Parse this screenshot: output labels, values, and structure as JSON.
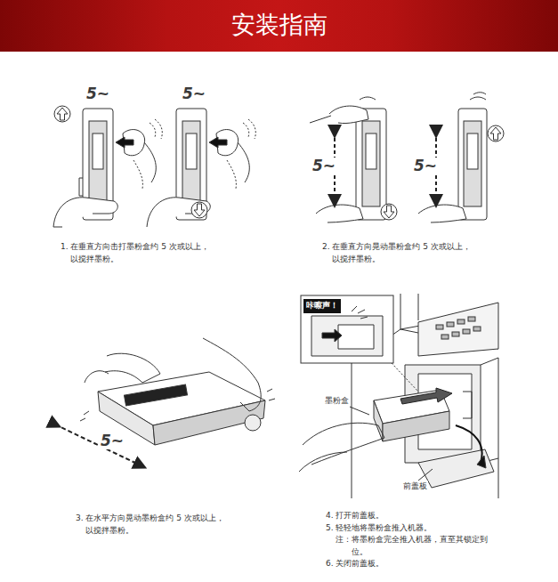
{
  "diagram": {
    "title": "安装指南",
    "labels": [
      "5~",
      "5~",
      "5~",
      "5~",
      "1. 在垂直方向击打墨粉盒约 5 次或以上， 以搅拌墨粉。",
      "2. 在垂直方向晃动墨粉盒约 5 次或以上， 以搅拌墨粉。",
      "咔嚓声！",
      "墨粉盒",
      "5~",
      "前盖板",
      "3. 在水平方向晃动墨粉盒约 5 次或以上， 以搅拌墨粉。",
      "4. 打开前盖板。",
      "5. 轻轻地将墨粉盒推入机器。",
      "注：将墨粉盒完全推入机器，直至其锁定到位。",
      "6. 关闭前盖板。"
    ]
  }
}
